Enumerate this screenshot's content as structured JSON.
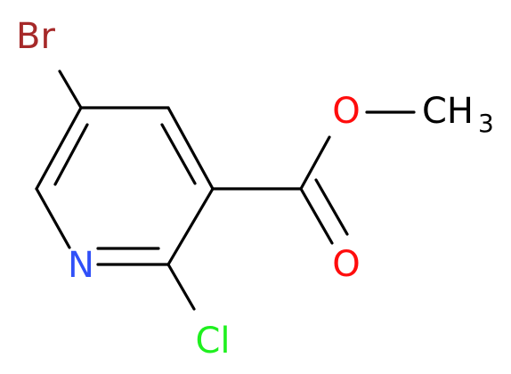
{
  "molecule": {
    "atoms": {
      "br": {
        "symbol": "Br",
        "color": "#a62929"
      },
      "n": {
        "symbol": "N",
        "color": "#3050f8"
      },
      "cl": {
        "symbol": "Cl",
        "color": "#1ff01f"
      },
      "o_ether": {
        "symbol": "O",
        "color": "#ff0d0d"
      },
      "o_carbonyl": {
        "symbol": "O",
        "color": "#ff0d0d"
      },
      "methyl": {
        "symbol": "CH",
        "subscript": "3",
        "color": "#000000"
      }
    }
  }
}
